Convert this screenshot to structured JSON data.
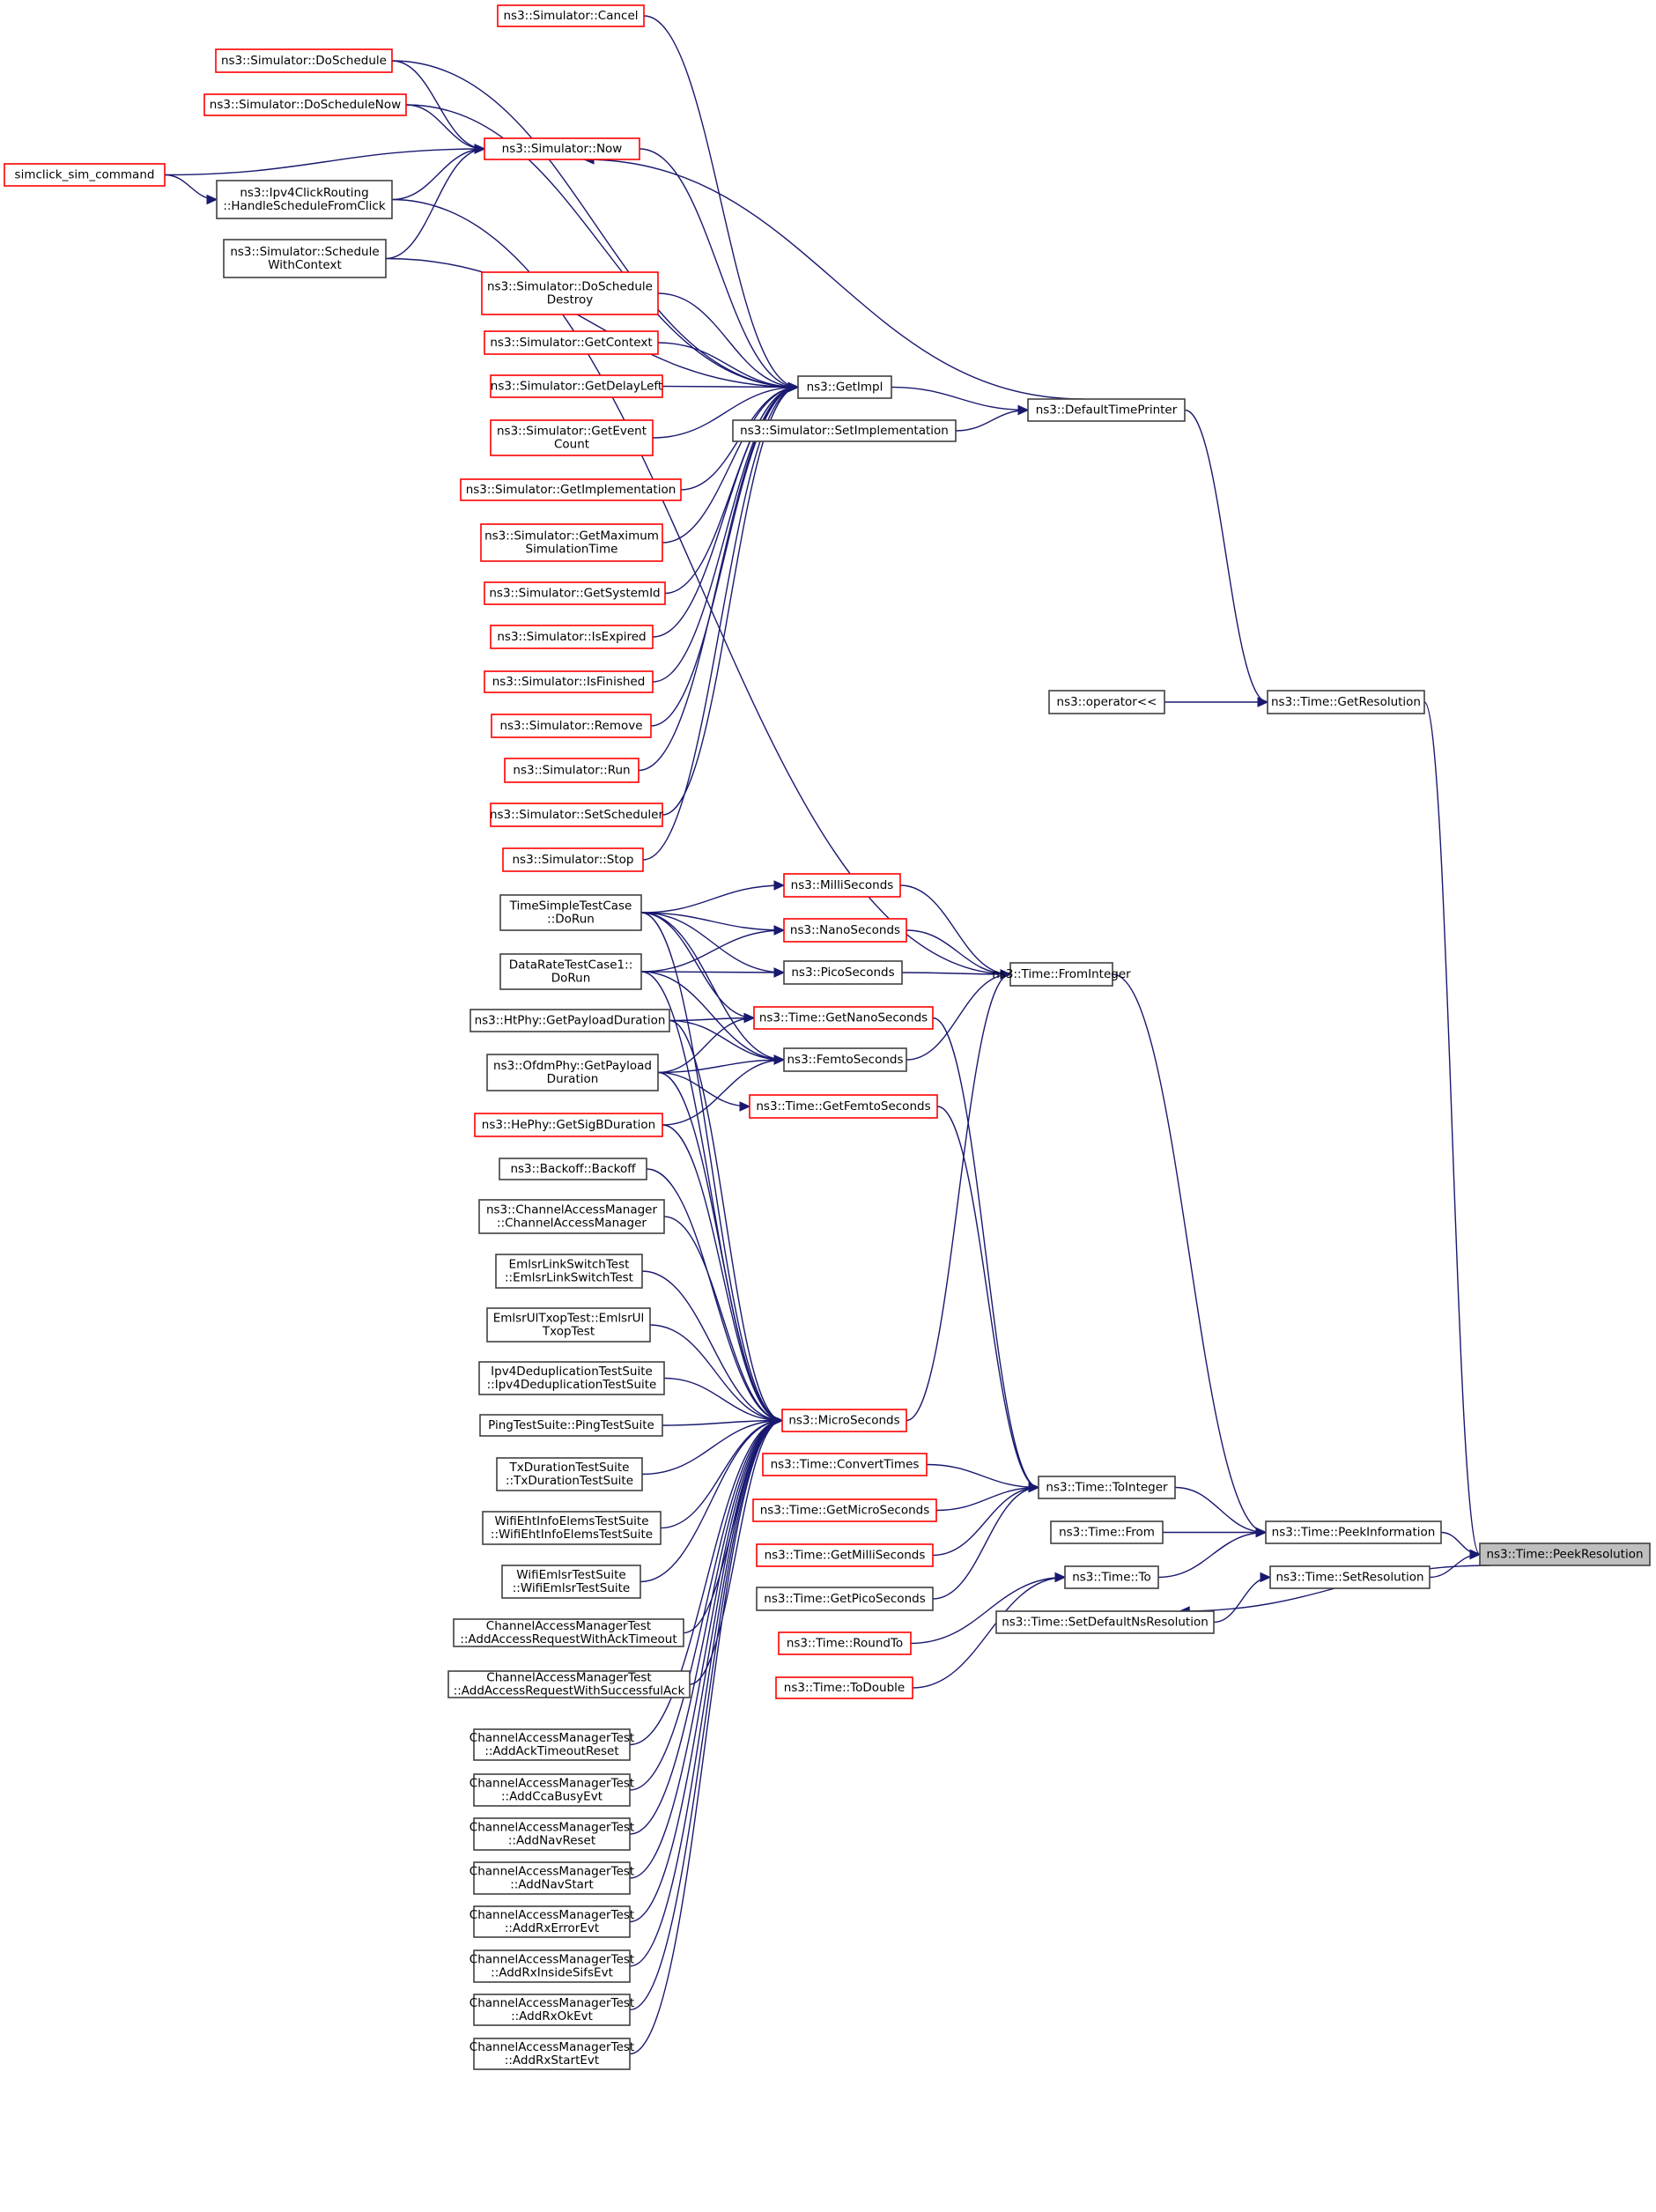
{
  "graph": {
    "title": "ns3::Time::PeekResolution caller graph",
    "colors": {
      "edge": "#191970",
      "focus_fill": "#bfbfbf",
      "truncated_border": "#ff0000",
      "normal_border": "#404040"
    },
    "nodes": [
      {
        "id": "cancel",
        "lines": [
          "ns3::Simulator::Cancel"
        ],
        "style": "red"
      },
      {
        "id": "doschedule",
        "lines": [
          "ns3::Simulator::DoSchedule"
        ],
        "style": "red"
      },
      {
        "id": "doschedulenow",
        "lines": [
          "ns3::Simulator::DoScheduleNow"
        ],
        "style": "red"
      },
      {
        "id": "now",
        "lines": [
          "ns3::Simulator::Now"
        ],
        "style": "red"
      },
      {
        "id": "simclick",
        "lines": [
          "simclick_sim_command"
        ],
        "style": "red"
      },
      {
        "id": "handleschedule",
        "lines": [
          "ns3::Ipv4ClickRouting",
          "::HandleScheduleFromClick"
        ],
        "style": "normal"
      },
      {
        "id": "schedulewithcontext",
        "lines": [
          "ns3::Simulator::Schedule",
          "WithContext"
        ],
        "style": "normal"
      },
      {
        "id": "doscheduledestroy",
        "lines": [
          "ns3::Simulator::DoSchedule",
          "Destroy"
        ],
        "style": "red"
      },
      {
        "id": "getcontext",
        "lines": [
          "ns3::Simulator::GetContext"
        ],
        "style": "red"
      },
      {
        "id": "getdelayleft",
        "lines": [
          "ns3::Simulator::GetDelayLeft"
        ],
        "style": "red"
      },
      {
        "id": "getimpl",
        "lines": [
          "ns3::GetImpl"
        ],
        "style": "normal"
      },
      {
        "id": "defaulttimeprinter",
        "lines": [
          "ns3::DefaultTimePrinter"
        ],
        "style": "normal"
      },
      {
        "id": "setimplementation",
        "lines": [
          "ns3::Simulator::SetImplementation"
        ],
        "style": "normal"
      },
      {
        "id": "geteventcount",
        "lines": [
          "ns3::Simulator::GetEvent",
          "Count"
        ],
        "style": "red"
      },
      {
        "id": "getimplementation",
        "lines": [
          "ns3::Simulator::GetImplementation"
        ],
        "style": "red"
      },
      {
        "id": "getmaxsimtime",
        "lines": [
          "ns3::Simulator::GetMaximum",
          "SimulationTime"
        ],
        "style": "red"
      },
      {
        "id": "getsystemid",
        "lines": [
          "ns3::Simulator::GetSystemId"
        ],
        "style": "red"
      },
      {
        "id": "isexpired",
        "lines": [
          "ns3::Simulator::IsExpired"
        ],
        "style": "red"
      },
      {
        "id": "isfinished",
        "lines": [
          "ns3::Simulator::IsFinished"
        ],
        "style": "red"
      },
      {
        "id": "remove",
        "lines": [
          "ns3::Simulator::Remove"
        ],
        "style": "red"
      },
      {
        "id": "run",
        "lines": [
          "ns3::Simulator::Run"
        ],
        "style": "red"
      },
      {
        "id": "setscheduler",
        "lines": [
          "ns3::Simulator::SetScheduler"
        ],
        "style": "red"
      },
      {
        "id": "stop",
        "lines": [
          "ns3::Simulator::Stop"
        ],
        "style": "red"
      },
      {
        "id": "operatorll",
        "lines": [
          "ns3::operator<<"
        ],
        "style": "normal"
      },
      {
        "id": "getresolution",
        "lines": [
          "ns3::Time::GetResolution"
        ],
        "style": "normal"
      },
      {
        "id": "milliseconds",
        "lines": [
          "ns3::MilliSeconds"
        ],
        "style": "red"
      },
      {
        "id": "timesimpletest",
        "lines": [
          "TimeSimpleTestCase",
          "::DoRun"
        ],
        "style": "normal"
      },
      {
        "id": "nanoseconds",
        "lines": [
          "ns3::NanoSeconds"
        ],
        "style": "red"
      },
      {
        "id": "dataratetest",
        "lines": [
          "DataRateTestCase1::",
          "DoRun"
        ],
        "style": "normal"
      },
      {
        "id": "picoseconds",
        "lines": [
          "ns3::PicoSeconds"
        ],
        "style": "normal"
      },
      {
        "id": "frominteger",
        "lines": [
          "ns3::Time::FromInteger"
        ],
        "style": "normal"
      },
      {
        "id": "htphy",
        "lines": [
          "ns3::HtPhy::GetPayloadDuration"
        ],
        "style": "normal"
      },
      {
        "id": "getnanoseconds",
        "lines": [
          "ns3::Time::GetNanoSeconds"
        ],
        "style": "red"
      },
      {
        "id": "femtoseconds",
        "lines": [
          "ns3::FemtoSeconds"
        ],
        "style": "normal"
      },
      {
        "id": "ofdmphy",
        "lines": [
          "ns3::OfdmPhy::GetPayload",
          "Duration"
        ],
        "style": "normal"
      },
      {
        "id": "getfemtoseconds",
        "lines": [
          "ns3::Time::GetFemtoSeconds"
        ],
        "style": "red"
      },
      {
        "id": "getsigb",
        "lines": [
          "ns3::HePhy::GetSigBDuration"
        ],
        "style": "red"
      },
      {
        "id": "backoff",
        "lines": [
          "ns3::Backoff::Backoff"
        ],
        "style": "normal"
      },
      {
        "id": "cam",
        "lines": [
          "ns3::ChannelAccessManager",
          "::ChannelAccessManager"
        ],
        "style": "normal"
      },
      {
        "id": "emlsrlink",
        "lines": [
          "EmlsrLinkSwitchTest",
          "::EmlsrLinkSwitchTest"
        ],
        "style": "normal"
      },
      {
        "id": "emlsrul",
        "lines": [
          "EmlsrUlTxopTest::EmlsrUl",
          "TxopTest"
        ],
        "style": "normal"
      },
      {
        "id": "ipv4dedup",
        "lines": [
          "Ipv4DeduplicationTestSuite",
          "::Ipv4DeduplicationTestSuite"
        ],
        "style": "normal"
      },
      {
        "id": "pingtest",
        "lines": [
          "PingTestSuite::PingTestSuite"
        ],
        "style": "normal"
      },
      {
        "id": "txduration",
        "lines": [
          "TxDurationTestSuite",
          "::TxDurationTestSuite"
        ],
        "style": "normal"
      },
      {
        "id": "wifieht",
        "lines": [
          "WifiEhtInfoElemsTestSuite",
          "::WifiEhtInfoElemsTestSuite"
        ],
        "style": "normal"
      },
      {
        "id": "wifiemlsr",
        "lines": [
          "WifiEmlsrTestSuite",
          "::WifiEmlsrTestSuite"
        ],
        "style": "normal"
      },
      {
        "id": "camt_ackto",
        "lines": [
          "ChannelAccessManagerTest",
          "::AddAccessRequestWithAckTimeout"
        ],
        "style": "normal"
      },
      {
        "id": "camt_succack",
        "lines": [
          "ChannelAccessManagerTest",
          "::AddAccessRequestWithSuccessfulAck"
        ],
        "style": "normal"
      },
      {
        "id": "camt_acktoreset",
        "lines": [
          "ChannelAccessManagerTest",
          "::AddAckTimeoutReset"
        ],
        "style": "normal"
      },
      {
        "id": "camt_ccabusy",
        "lines": [
          "ChannelAccessManagerTest",
          "::AddCcaBusyEvt"
        ],
        "style": "normal"
      },
      {
        "id": "camt_navreset",
        "lines": [
          "ChannelAccessManagerTest",
          "::AddNavReset"
        ],
        "style": "normal"
      },
      {
        "id": "camt_navstart",
        "lines": [
          "ChannelAccessManagerTest",
          "::AddNavStart"
        ],
        "style": "normal"
      },
      {
        "id": "camt_rxerror",
        "lines": [
          "ChannelAccessManagerTest",
          "::AddRxErrorEvt"
        ],
        "style": "normal"
      },
      {
        "id": "camt_rxinside",
        "lines": [
          "ChannelAccessManagerTest",
          "::AddRxInsideSifsEvt"
        ],
        "style": "normal"
      },
      {
        "id": "camt_rxok",
        "lines": [
          "ChannelAccessManagerTest",
          "::AddRxOkEvt"
        ],
        "style": "normal"
      },
      {
        "id": "camt_rxstart",
        "lines": [
          "ChannelAccessManagerTest",
          "::AddRxStartEvt"
        ],
        "style": "normal"
      },
      {
        "id": "microseconds",
        "lines": [
          "ns3::MicroSeconds"
        ],
        "style": "red"
      },
      {
        "id": "converttimes",
        "lines": [
          "ns3::Time::ConvertTimes"
        ],
        "style": "red"
      },
      {
        "id": "getmicroseconds",
        "lines": [
          "ns3::Time::GetMicroSeconds"
        ],
        "style": "red"
      },
      {
        "id": "getmilliseconds",
        "lines": [
          "ns3::Time::GetMilliSeconds"
        ],
        "style": "red"
      },
      {
        "id": "getpicoseconds",
        "lines": [
          "ns3::Time::GetPicoSeconds"
        ],
        "style": "normal"
      },
      {
        "id": "roundto",
        "lines": [
          "ns3::Time::RoundTo"
        ],
        "style": "red"
      },
      {
        "id": "todouble",
        "lines": [
          "ns3::Time::ToDouble"
        ],
        "style": "red"
      },
      {
        "id": "tointeger",
        "lines": [
          "ns3::Time::ToInteger"
        ],
        "style": "normal"
      },
      {
        "id": "from",
        "lines": [
          "ns3::Time::From"
        ],
        "style": "normal"
      },
      {
        "id": "to",
        "lines": [
          "ns3::Time::To"
        ],
        "style": "normal"
      },
      {
        "id": "setdefaultns",
        "lines": [
          "ns3::Time::SetDefaultNsResolution"
        ],
        "style": "normal"
      },
      {
        "id": "peekinformation",
        "lines": [
          "ns3::Time::PeekInformation"
        ],
        "style": "normal"
      },
      {
        "id": "setresolution",
        "lines": [
          "ns3::Time::SetResolution"
        ],
        "style": "normal"
      },
      {
        "id": "peekresolution",
        "lines": [
          "ns3::Time::PeekResolution"
        ],
        "style": "focus"
      }
    ],
    "edges": [
      [
        "doschedule",
        "now"
      ],
      [
        "doschedulenow",
        "now"
      ],
      [
        "simclick",
        "now"
      ],
      [
        "handleschedule",
        "now"
      ],
      [
        "schedulewithcontext",
        "now"
      ],
      [
        "simclick",
        "handleschedule"
      ],
      [
        "cancel",
        "getimpl"
      ],
      [
        "doschedule",
        "getimpl"
      ],
      [
        "doschedulenow",
        "getimpl"
      ],
      [
        "now",
        "getimpl"
      ],
      [
        "handleschedule",
        "frominteger"
      ],
      [
        "schedulewithcontext",
        "getimpl"
      ],
      [
        "doscheduledestroy",
        "getimpl"
      ],
      [
        "getcontext",
        "getimpl"
      ],
      [
        "getdelayleft",
        "getimpl"
      ],
      [
        "geteventcount",
        "getimpl"
      ],
      [
        "getimplementation",
        "getimpl"
      ],
      [
        "getmaxsimtime",
        "getimpl"
      ],
      [
        "getsystemid",
        "getimpl"
      ],
      [
        "isexpired",
        "getimpl"
      ],
      [
        "isfinished",
        "getimpl"
      ],
      [
        "remove",
        "getimpl"
      ],
      [
        "run",
        "getimpl"
      ],
      [
        "setscheduler",
        "getimpl"
      ],
      [
        "stop",
        "getimpl"
      ],
      [
        "getimpl",
        "defaulttimeprinter"
      ],
      [
        "setimplementation",
        "defaulttimeprinter"
      ],
      [
        "defaulttimeprinter",
        "now"
      ],
      [
        "defaulttimeprinter",
        "getresolution"
      ],
      [
        "operatorll",
        "getresolution"
      ],
      [
        "getresolution",
        "peekresolution"
      ],
      [
        "timesimpletest",
        "milliseconds"
      ],
      [
        "timesimpletest",
        "nanoseconds"
      ],
      [
        "timesimpletest",
        "picoseconds"
      ],
      [
        "timesimpletest",
        "getnanoseconds"
      ],
      [
        "timesimpletest",
        "femtoseconds"
      ],
      [
        "timesimpletest",
        "microseconds"
      ],
      [
        "dataratetest",
        "nanoseconds"
      ],
      [
        "dataratetest",
        "picoseconds"
      ],
      [
        "dataratetest",
        "femtoseconds"
      ],
      [
        "dataratetest",
        "microseconds"
      ],
      [
        "htphy",
        "getnanoseconds"
      ],
      [
        "htphy",
        "femtoseconds"
      ],
      [
        "htphy",
        "microseconds"
      ],
      [
        "ofdmphy",
        "getnanoseconds"
      ],
      [
        "ofdmphy",
        "femtoseconds"
      ],
      [
        "ofdmphy",
        "getfemtoseconds"
      ],
      [
        "ofdmphy",
        "microseconds"
      ],
      [
        "getsigb",
        "femtoseconds"
      ],
      [
        "getsigb",
        "microseconds"
      ],
      [
        "milliseconds",
        "frominteger"
      ],
      [
        "nanoseconds",
        "frominteger"
      ],
      [
        "picoseconds",
        "frominteger"
      ],
      [
        "femtoseconds",
        "frominteger"
      ],
      [
        "microseconds",
        "frominteger"
      ],
      [
        "getnanoseconds",
        "tointeger"
      ],
      [
        "getfemtoseconds",
        "tointeger"
      ],
      [
        "backoff",
        "microseconds"
      ],
      [
        "cam",
        "microseconds"
      ],
      [
        "emlsrlink",
        "microseconds"
      ],
      [
        "emlsrul",
        "microseconds"
      ],
      [
        "ipv4dedup",
        "microseconds"
      ],
      [
        "pingtest",
        "microseconds"
      ],
      [
        "txduration",
        "microseconds"
      ],
      [
        "wifieht",
        "microseconds"
      ],
      [
        "wifiemlsr",
        "microseconds"
      ],
      [
        "camt_ackto",
        "microseconds"
      ],
      [
        "camt_succack",
        "microseconds"
      ],
      [
        "camt_acktoreset",
        "microseconds"
      ],
      [
        "camt_ccabusy",
        "microseconds"
      ],
      [
        "camt_navreset",
        "microseconds"
      ],
      [
        "camt_navstart",
        "microseconds"
      ],
      [
        "camt_rxerror",
        "microseconds"
      ],
      [
        "camt_rxinside",
        "microseconds"
      ],
      [
        "camt_rxok",
        "microseconds"
      ],
      [
        "camt_rxstart",
        "microseconds"
      ],
      [
        "converttimes",
        "tointeger"
      ],
      [
        "getmicroseconds",
        "tointeger"
      ],
      [
        "getmilliseconds",
        "tointeger"
      ],
      [
        "getpicoseconds",
        "tointeger"
      ],
      [
        "roundto",
        "to"
      ],
      [
        "todouble",
        "to"
      ],
      [
        "frominteger",
        "peekinformation"
      ],
      [
        "tointeger",
        "peekinformation"
      ],
      [
        "from",
        "peekinformation"
      ],
      [
        "to",
        "peekinformation"
      ],
      [
        "peekinformation",
        "peekresolution"
      ],
      [
        "setresolution",
        "peekresolution"
      ],
      [
        "setdefaultns",
        "setresolution"
      ],
      [
        "peekresolution",
        "setdefaultns"
      ]
    ]
  }
}
